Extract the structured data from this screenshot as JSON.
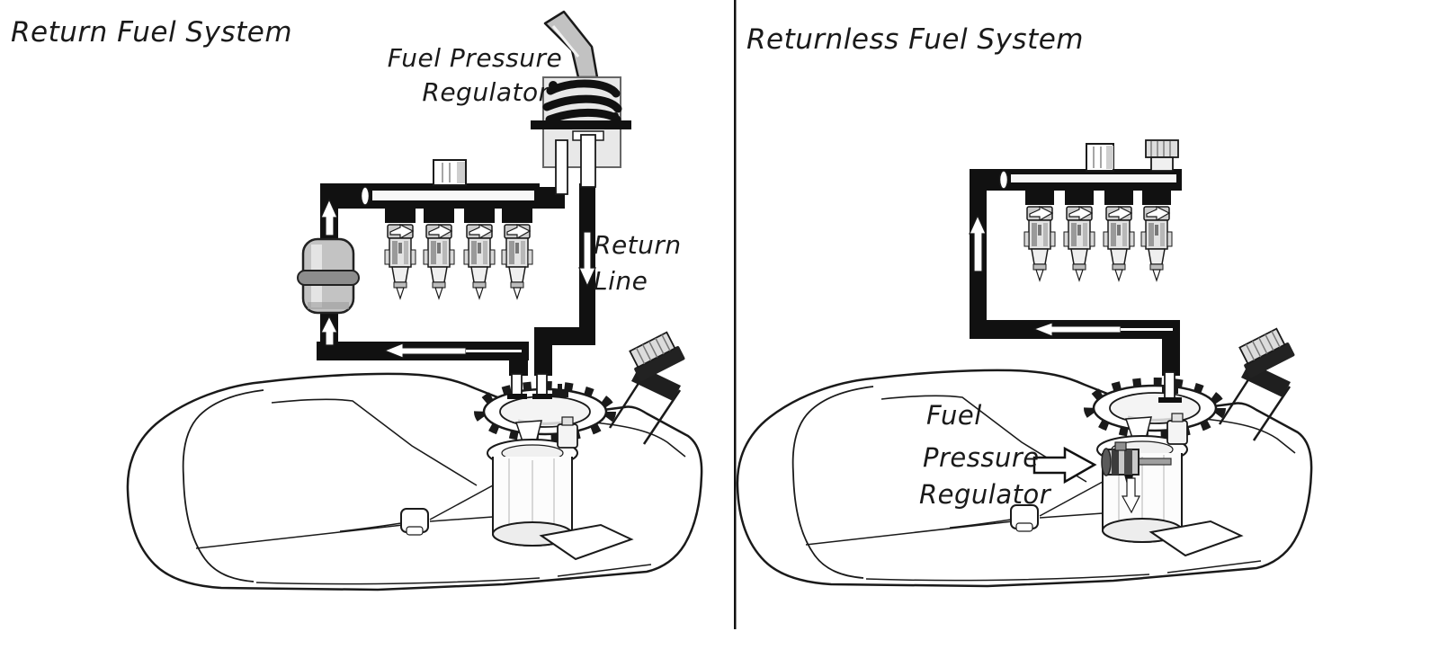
{
  "left_panel": {
    "title": "Return Fuel System",
    "regulator_label": {
      "line1": "Fuel Pressure",
      "line2": "Regulator"
    },
    "return_line_label": {
      "line1": "Return",
      "line2": "Line"
    }
  },
  "right_panel": {
    "title": "Returnless Fuel System",
    "regulator_label": {
      "line1": "Fuel",
      "line2": "Pressure",
      "line3": "Regulator"
    }
  },
  "colors": {
    "ink": "#1a1a1a",
    "line_black": "#111111",
    "metal_light": "#dcdcdc",
    "metal_mid": "#bdbdbd",
    "metal_dark": "#8a8a8a",
    "regulator_box": "#e8e8e8",
    "background": "#ffffff"
  }
}
